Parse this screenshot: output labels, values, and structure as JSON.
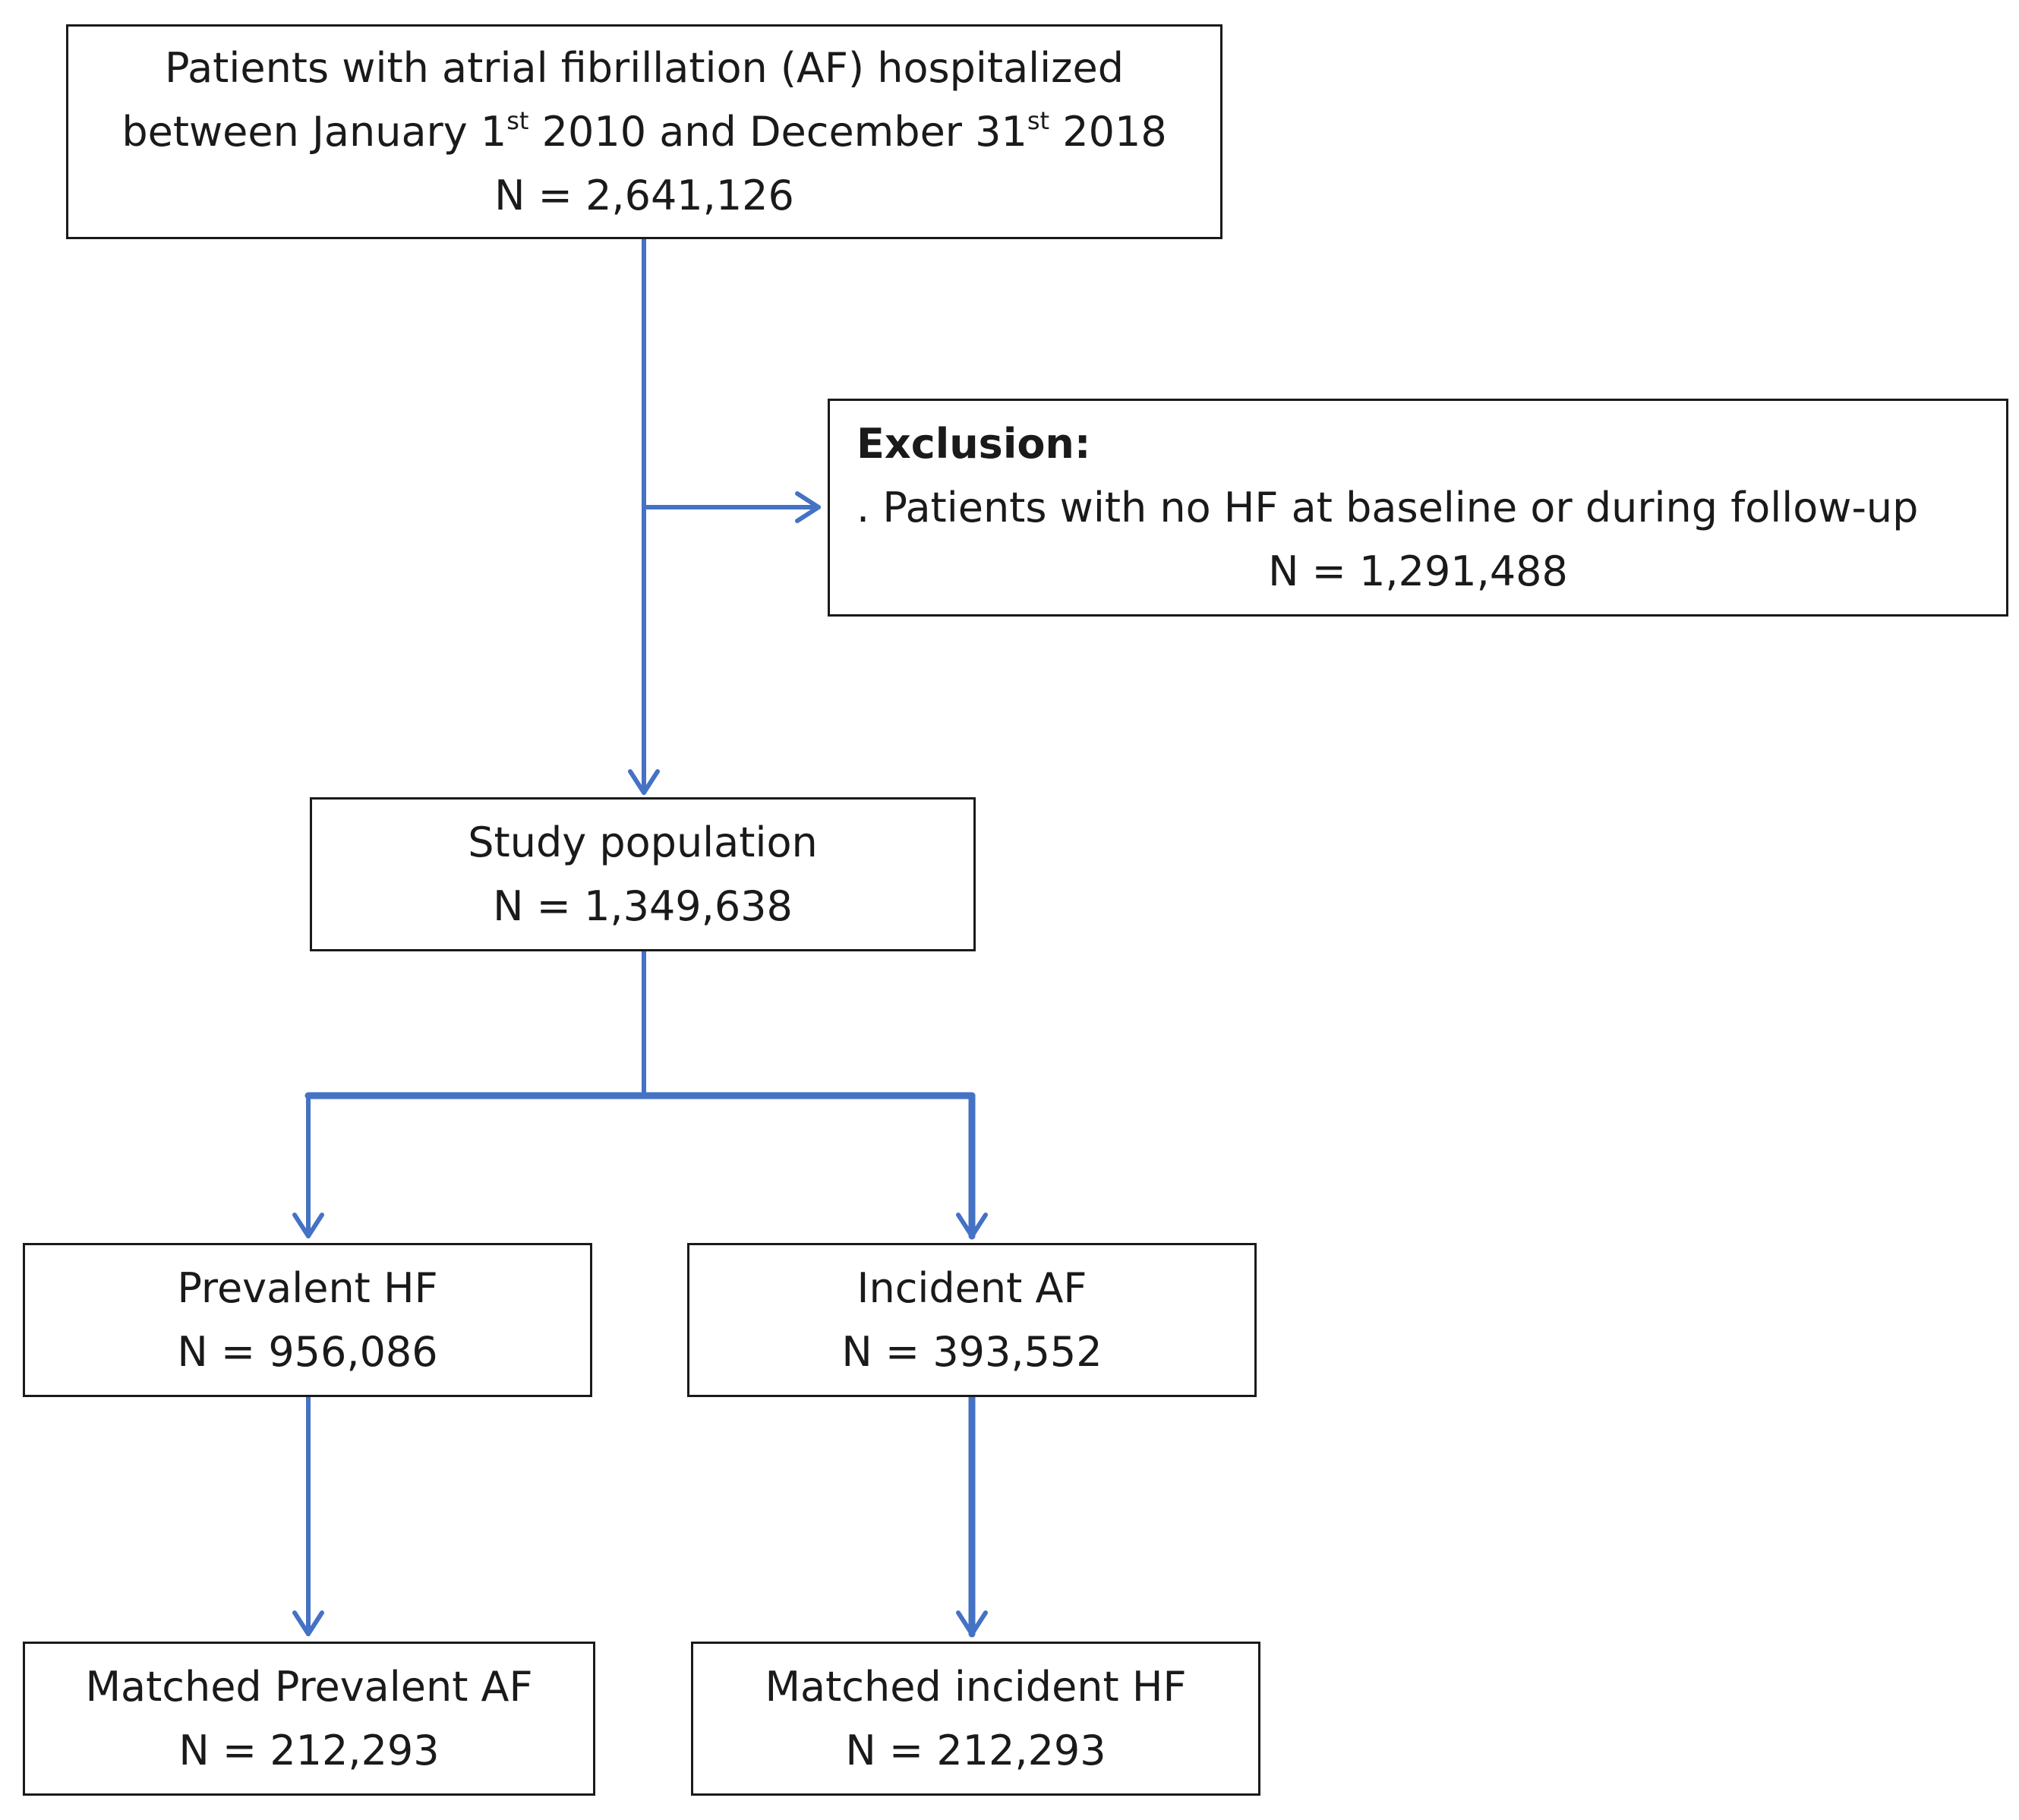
{
  "source": {
    "line1": "Patients with atrial fibrillation (AF) hospitalized",
    "line2_a": "between January 1",
    "line2_sup1": "st",
    "line2_b": " 2010 and December 31",
    "line2_sup2": "st",
    "line2_c": " 2018",
    "count": "N = 2,641,126"
  },
  "exclusion": {
    "heading": "Exclusion:",
    "item": ". Patients  with no HF at baseline or during follow-up",
    "count": "N = 1,291,488"
  },
  "study": {
    "label": "Study population",
    "count": "N = 1,349,638"
  },
  "prevalent_hf": {
    "label": "Prevalent HF",
    "count": "N = 956,086"
  },
  "incident_af": {
    "label": "Incident AF",
    "count": "N = 393,552"
  },
  "matched_prevalent_af": {
    "label": "Matched Prevalent AF",
    "count": "N = 212,293"
  },
  "matched_incident_hf": {
    "label": "Matched incident HF",
    "count": "N = 212,293"
  },
  "colors": {
    "connector": "#4472C4",
    "border": "#1a1a1a"
  }
}
